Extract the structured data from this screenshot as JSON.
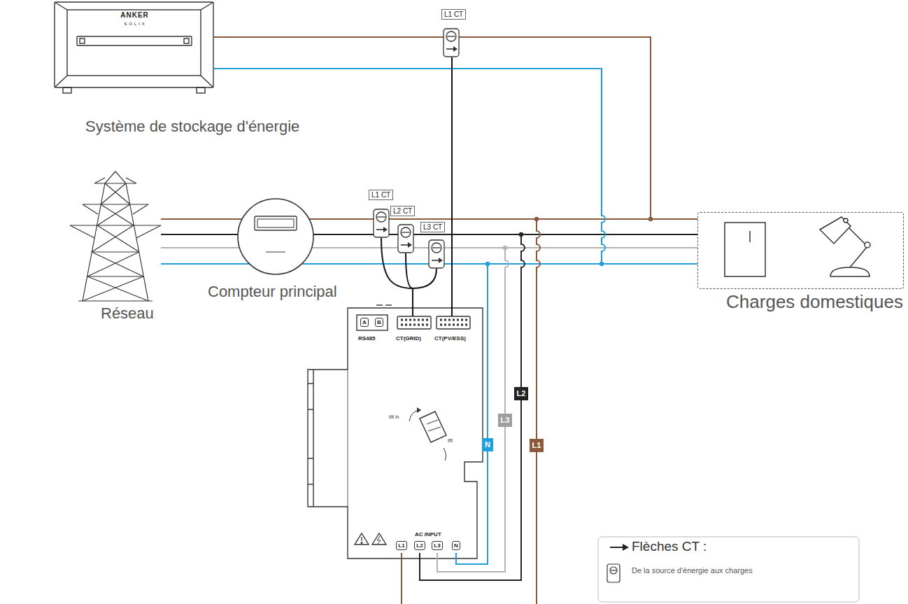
{
  "diagram": {
    "nodes": [
      {
        "text": [
          "ANKER",
          "SOLIX",
          "Système de stockage d'énergie"
        ]
      },
      {
        "text": [
          "L1 CT"
        ]
      },
      {
        "text": [
          "Réseau"
        ]
      },
      {
        "text": [
          "Compteur principal"
        ]
      },
      {
        "text": [
          "L1 CT"
        ]
      },
      {
        "text": [
          "L2 CT"
        ]
      },
      {
        "text": [
          "L3 CT"
        ]
      },
      {
        "text": [
          "Charges domestiques"
        ]
      },
      {
        "text": [
          "RS485",
          "CT(GRID)",
          "CT(PV/ESS)",
          "AC INPUT"
        ]
      },
      {
        "text": [
          "A"
        ],
        "in": 8
      },
      {
        "text": [
          "B"
        ],
        "in": 8
      },
      {
        "text": [
          "L1"
        ],
        "in": 8
      },
      {
        "text": [
          "L2"
        ],
        "in": 8
      },
      {
        "text": [
          "L3"
        ],
        "in": 8
      },
      {
        "text": [
          "N"
        ],
        "in": 8
      },
      {
        "text": [
          "L1"
        ]
      },
      {
        "text": [
          "L2"
        ]
      },
      {
        "text": [
          "L3"
        ]
      },
      {
        "text": [
          "N"
        ]
      }
    ],
    "edges": [
      {
        "from": 2,
        "to": 3,
        "arrow": "none"
      },
      {
        "from": 2,
        "to": 3,
        "arrow": "none"
      },
      {
        "from": 2,
        "to": 3,
        "arrow": "none"
      },
      {
        "from": 2,
        "to": 3,
        "arrow": "none"
      },
      {
        "from": 3,
        "to": 7,
        "arrow": "none"
      },
      {
        "from": 3,
        "to": 7,
        "arrow": "none"
      },
      {
        "from": 3,
        "to": 7,
        "arrow": "none"
      },
      {
        "from": 3,
        "to": 7,
        "arrow": "none"
      },
      {
        "from": 0,
        "to": 7,
        "arrow": "none"
      },
      {
        "from": 0,
        "to": 7,
        "arrow": "none"
      }
    ],
    "labels": [
      "tilt in",
      "lift"
    ],
    "legend": [
      {
        "text": "Flèches CT :"
      },
      {
        "text": "De la source d'énergie aux charges"
      }
    ]
  }
}
